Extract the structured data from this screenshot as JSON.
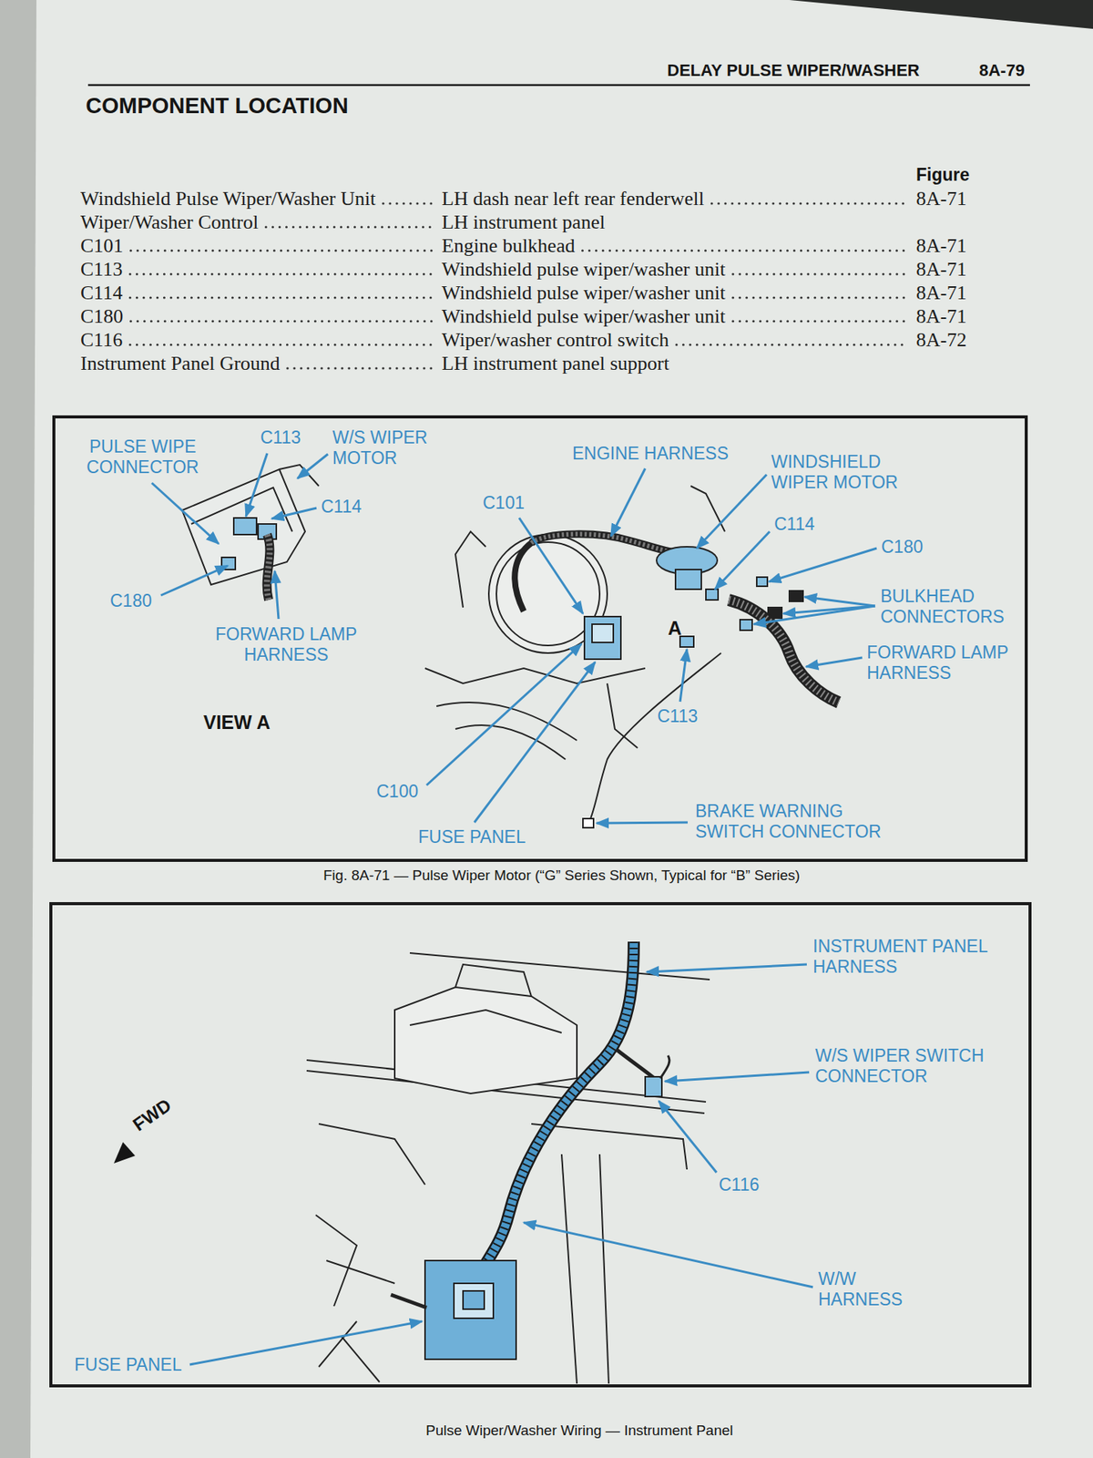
{
  "diagram": {
    "title": "COMPONENT LOCATION",
    "caption": "Fig. 8A-71 — Pulse Wiper Motor (“G” Series Shown, Typical for “B” Series)",
    "labels": [
      "DELAY PULSE WIPER/WASHER",
      "8A-79",
      "Figure",
      "Windshield Pulse Wiper/Washer Unit",
      "LH dash near left rear fenderwell",
      "8A-71",
      "Wiper/Washer Control",
      "LH instrument panel",
      "C101",
      "Engine bulkhead",
      "8A-71",
      "C113",
      "Windshield pulse wiper/washer unit",
      "8A-71",
      "C114",
      "Windshield pulse wiper/washer unit",
      "8A-71",
      "C180",
      "Windshield pulse wiper/washer unit",
      "8A-71",
      "C116",
      "Wiper/washer control switch",
      "8A-72",
      "Instrument Panel Ground",
      "LH instrument panel support",
      "PULSE WIPE CONNECTOR",
      "C113",
      "W/S WIPER MOTOR",
      "C114",
      "C180",
      "FORWARD LAMP HARNESS",
      "VIEW A",
      "ENGINE HARNESS",
      "WINDSHIELD WIPER MOTOR",
      "C101",
      "C114",
      "C180",
      "BULKHEAD CONNECTORS",
      "FORWARD LAMP HARNESS",
      "A",
      "C113",
      "C100",
      "FUSE PANEL",
      "BRAKE WARNING SWITCH CONNECTOR",
      "INSTRUMENT PANEL HARNESS",
      "W/S WIPER SWITCH CONNECTOR",
      "C116",
      "FWD",
      "W/W HARNESS",
      "FUSE PANEL",
      "Pulse Wiper/Washer Wiring — Instrument Panel"
    ]
  }
}
